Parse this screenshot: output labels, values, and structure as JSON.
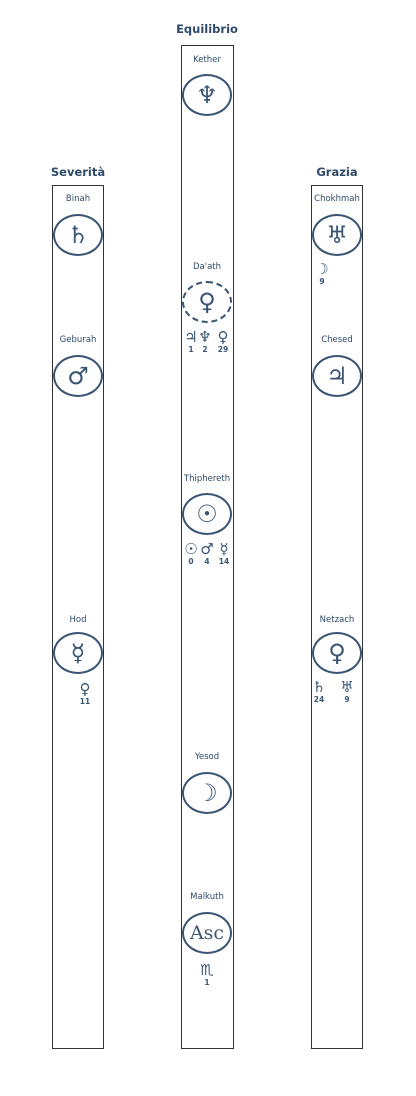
{
  "pillars": {
    "severity": "Severità",
    "equilibrium": "Equilibrio",
    "grace": "Grazia"
  },
  "sephiroth": {
    "kether": {
      "name": "Kether",
      "glyph": "♆"
    },
    "daath": {
      "name": "Da'ath",
      "glyph": "♀"
    },
    "thiphereth": {
      "name": "Thiphereth",
      "glyph": "☉"
    },
    "yesod": {
      "name": "Yesod",
      "glyph": "☽"
    },
    "malkuth": {
      "name": "Malkuth",
      "glyph": "Asc"
    },
    "binah": {
      "name": "Binah",
      "glyph": "♄"
    },
    "geburah": {
      "name": "Geburah",
      "glyph": "♂"
    },
    "hod": {
      "name": "Hod",
      "glyph": "☿"
    },
    "chokhmah": {
      "name": "Chokhmah",
      "glyph": "♅"
    },
    "chesed": {
      "name": "Chesed",
      "glyph": "♃"
    },
    "netzach": {
      "name": "Netzach",
      "glyph": "♀"
    }
  },
  "placements": {
    "daath": [
      {
        "sym": "♃",
        "deg": "1"
      },
      {
        "sym": "♆",
        "deg": "2"
      },
      {
        "sym": "♀",
        "deg": "29"
      }
    ],
    "thiphereth": [
      {
        "sym": "☉",
        "deg": "0"
      },
      {
        "sym": "♂",
        "deg": "4"
      },
      {
        "sym": "☿",
        "deg": "14"
      }
    ],
    "malkuth": [
      {
        "sym": "♏",
        "deg": "1"
      }
    ],
    "chokhmah": [
      {
        "sym": "☽",
        "deg": "9"
      }
    ],
    "hod": [
      {
        "sym": "♀",
        "deg": "11"
      }
    ],
    "netzach": [
      {
        "sym": "♄",
        "deg": "24"
      },
      {
        "sym": "♅",
        "deg": "9"
      }
    ]
  },
  "colors": {
    "ink": "#2f4a6a",
    "border": "#333333"
  }
}
